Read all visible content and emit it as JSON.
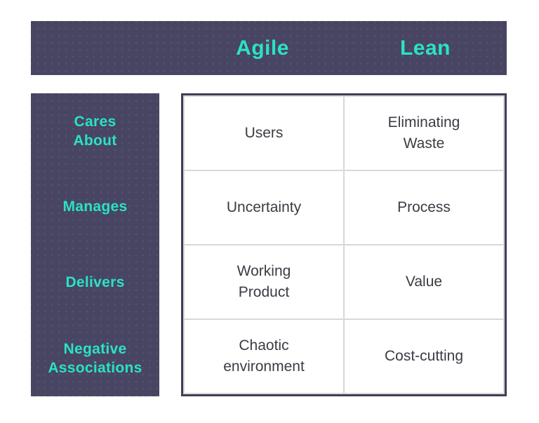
{
  "theme": {
    "panel": "#474561",
    "accent": "#2be2c3",
    "cell_text": "#3c3b44",
    "grid_line": "#d8d8d8",
    "table_border": "#3f3e57",
    "page_bg": "#ffffff"
  },
  "header": {
    "columns": [
      {
        "label": "Agile"
      },
      {
        "label": "Lean"
      }
    ]
  },
  "sidebar": {
    "rows": [
      {
        "label": "Cares\nAbout"
      },
      {
        "label": "Manages"
      },
      {
        "label": "Delivers"
      },
      {
        "label": "Negative\nAssociations"
      }
    ]
  },
  "table": {
    "rows": [
      {
        "agile": "Users",
        "lean": "Eliminating\nWaste"
      },
      {
        "agile": "Uncertainty",
        "lean": "Process"
      },
      {
        "agile": "Working\nProduct",
        "lean": "Value"
      },
      {
        "agile": "Chaotic\nenvironment",
        "lean": "Cost-cutting"
      }
    ]
  }
}
